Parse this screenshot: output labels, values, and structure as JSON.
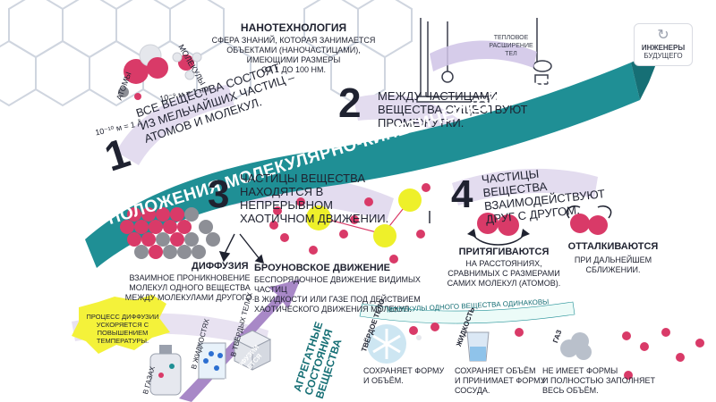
{
  "title": {
    "heading": "НАНОТЕХНОЛОГИЯ",
    "desc_lines": [
      "СФЕРА ЗНАНИЙ, КОТОРАЯ ЗАНИМАЕТСЯ",
      "ОБЪЕКТАМИ (НАНОЧАСТИЦАМИ),",
      "ИМЕЮЩИМИ РАЗМЕРЫ",
      "ОТ 1 ДО 100 НМ."
    ]
  },
  "logo": {
    "line1": "ИНЖЕНЕРЫ",
    "line2": "БУДУЩЕГО"
  },
  "thermal": {
    "line1": "ТЕПЛОВОЕ",
    "line2": "РАСШИРЕНИЕ",
    "line3": "ТЕЛ"
  },
  "labels": {
    "atoms": "АТОМЫ",
    "molecules": "МОЛЕКУЛЫ",
    "angstrom": "10⁻¹⁰ м = 1 Å",
    "nanometer": "10⁻⁹ м = 1 нм"
  },
  "banner": {
    "text": "ПОЛОЖЕНИЯ МОЛЕКУЛЯРНО-КИНЕТИЧЕСКОЙ ТЕОРИИ"
  },
  "principles": {
    "p1": {
      "num": "1",
      "lines": [
        "ВСЕ ВЕЩЕСТВА СОСТОЯТ",
        "ИЗ МЕЛЬЧАЙШИХ ЧАСТИЦ –",
        "АТОМОВ И МОЛЕКУЛ."
      ]
    },
    "p2": {
      "num": "2",
      "lines": [
        "МЕЖДУ ЧАСТИЦАМИ",
        "ВЕЩЕСТВА СУЩЕСТВУЮТ",
        "ПРОМЕЖУТКИ."
      ]
    },
    "p3": {
      "num": "3",
      "lines": [
        "ЧАСТИЦЫ ВЕЩЕСТВА",
        "НАХОДЯТСЯ В НЕПРЕРЫВНОМ",
        "ХАОТИЧНОМ ДВИЖЕНИИ."
      ]
    },
    "p4": {
      "num": "4",
      "lines": [
        "ЧАСТИЦЫ ВЕЩЕСТВА",
        "ВЗАИМОДЕЙСТВУЮТ",
        "ДРУГ С ДРУГОМ."
      ]
    }
  },
  "diffusion": {
    "title": "ДИФФУЗИЯ",
    "lines": [
      "ВЗАИМНОЕ ПРОНИКНОВЕНИЕ",
      "МОЛЕКУЛ ОДНОГО ВЕЩЕСТВА",
      "МЕЖДУ МОЛЕКУЛАМИ ДРУГОГО."
    ]
  },
  "brownian": {
    "title": "БРОУНОВСКОЕ ДВИЖЕНИЕ",
    "lines": [
      "БЕСПОРЯДОЧНОЕ ДВИЖЕНИЕ ВИДИМЫХ ЧАСТИЦ",
      "В ЖИДКОСТИ ИЛИ ГАЗЕ ПОД ДЕЙСТВИЕМ",
      "ХАОТИЧЕСКОГО ДВИЖЕНИЯ МОЛЕКУЛ."
    ]
  },
  "attract": {
    "title": "ПРИТЯГИВАЮТСЯ",
    "lines": [
      "НА РАССТОЯНИЯХ,",
      "СРАВНИМЫХ С РАЗМЕРАМИ",
      "САМИХ МОЛЕКУЛ (АТОМОВ)."
    ]
  },
  "repel": {
    "title": "ОТТАЛКИВАЮТСЯ",
    "lines": [
      "ПРИ ДАЛЬНЕЙШЕМ",
      "СБЛИЖЕНИИ."
    ]
  },
  "diffusion_speed": {
    "lines": [
      "ПРОЦЕСС ДИФФУЗИИ",
      "УСКОРЯЕТСЯ С ПОВЫШЕНИЕМ",
      "ТЕМПЕРАТУРЫ."
    ],
    "in_gas": "В ГАЗАХ",
    "in_liquid": "В ЖИДКОСТЯХ",
    "in_solid": "В ТВЁРДЫХ ТЕЛАХ",
    "time_line1": "ВРЕМЯ ДИФФУЗИИ",
    "time_line2": "УВЕЛИЧИВАЕТСЯ"
  },
  "states": {
    "title_line1": "АГРЕГАТНЫЕ",
    "title_line2": "СОСТОЯНИЯ",
    "title_line3": "ВЕЩЕСТВА",
    "banner": "МОЛЕКУЛЫ ОДНОГО ВЕЩЕСТВА ОДИНАКОВЫ",
    "solid": {
      "name": "ТВЁРДОЕ ТЕЛО",
      "lines": [
        "СОХРАНЯЕТ ФОРМУ",
        "И ОБЪЁМ."
      ]
    },
    "liquid": {
      "name": "ЖИДКОСТЬ",
      "lines": [
        "СОХРАНЯЕТ ОБЪЁМ",
        "И ПРИНИМАЕТ ФОРМУ",
        "СОСУДА."
      ]
    },
    "gas": {
      "name": "ГАЗ",
      "lines": [
        "НЕ ИМЕЕТ ФОРМЫ",
        "И ПОЛНОСТЬЮ ЗАПОЛНЯЕТ",
        "ВЕСЬ ОБЪЁМ."
      ]
    }
  },
  "colors": {
    "teal": "#1f8f95",
    "teal_dark": "#166f75",
    "pink": "#d93a68",
    "lavender": "#d7cfe8",
    "yellow": "#eef02a",
    "gray": "#8d8f96",
    "sky": "#cde6f2"
  },
  "icons": {
    "logo": "circular-arrow-icon",
    "ice": "snowflake-icon",
    "liquid": "glass-of-water-icon",
    "gas": "steam-cloud-icon",
    "spray": "spray-bottle-icon",
    "beaker": "beaker-icon",
    "cube": "cube-icon",
    "apparatus": "lab-apparatus-icon"
  }
}
